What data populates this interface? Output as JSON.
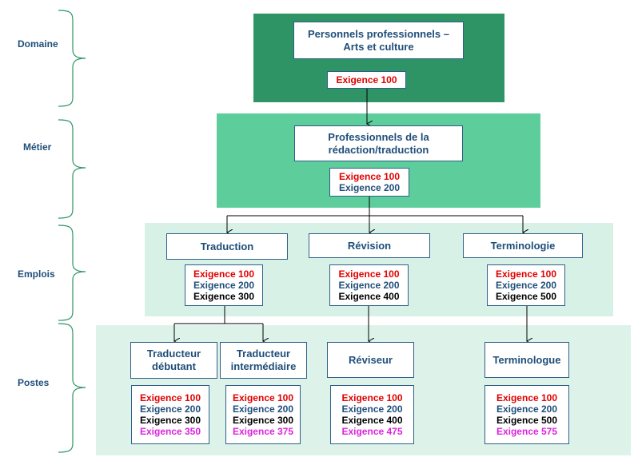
{
  "levels": {
    "domaine": "Domaine",
    "metier": "Métier",
    "emplois": "Emplois",
    "postes": "Postes"
  },
  "colors": {
    "req_100": "#e00000",
    "req_200": "#1f4e79",
    "req_300plus": "#000000",
    "req_x50": "#dd22dd",
    "band_domaine": "#2e9466",
    "band_metier": "#5ecd9c",
    "band_emplois": "#d8f1e6",
    "band_postes": "#ddf3ea"
  },
  "domaine": {
    "title_line1": "Personnels professionnels –",
    "title_line2": "Arts et culture",
    "req": [
      "Exigence 100"
    ]
  },
  "metier": {
    "title_line1": "Professionnels de la",
    "title_line2": "rédaction/traduction",
    "req": [
      "Exigence 100",
      "Exigence 200"
    ]
  },
  "emplois": [
    {
      "title": "Traduction",
      "req": [
        "Exigence 100",
        "Exigence 200",
        "Exigence 300"
      ]
    },
    {
      "title": "Révision",
      "req": [
        "Exigence 100",
        "Exigence 200",
        "Exigence 400"
      ]
    },
    {
      "title": "Terminologie",
      "req": [
        "Exigence 100",
        "Exigence 200",
        "Exigence 500"
      ]
    }
  ],
  "postes": [
    {
      "title_line1": "Traducteur",
      "title_line2": "débutant",
      "req": [
        "Exigence 100",
        "Exigence 200",
        "Exigence 300",
        "Exigence 350"
      ]
    },
    {
      "title_line1": "Traducteur",
      "title_line2": "intermédiaire",
      "req": [
        "Exigence 100",
        "Exigence 200",
        "Exigence 300",
        "Exigence 375"
      ]
    },
    {
      "title_line1": "Réviseur",
      "title_line2": "",
      "req": [
        "Exigence 100",
        "Exigence 200",
        "Exigence 400",
        "Exigence 475"
      ]
    },
    {
      "title_line1": "Terminologue",
      "title_line2": "",
      "req": [
        "Exigence 100",
        "Exigence 200",
        "Exigence 500",
        "Exigence 575"
      ]
    }
  ]
}
